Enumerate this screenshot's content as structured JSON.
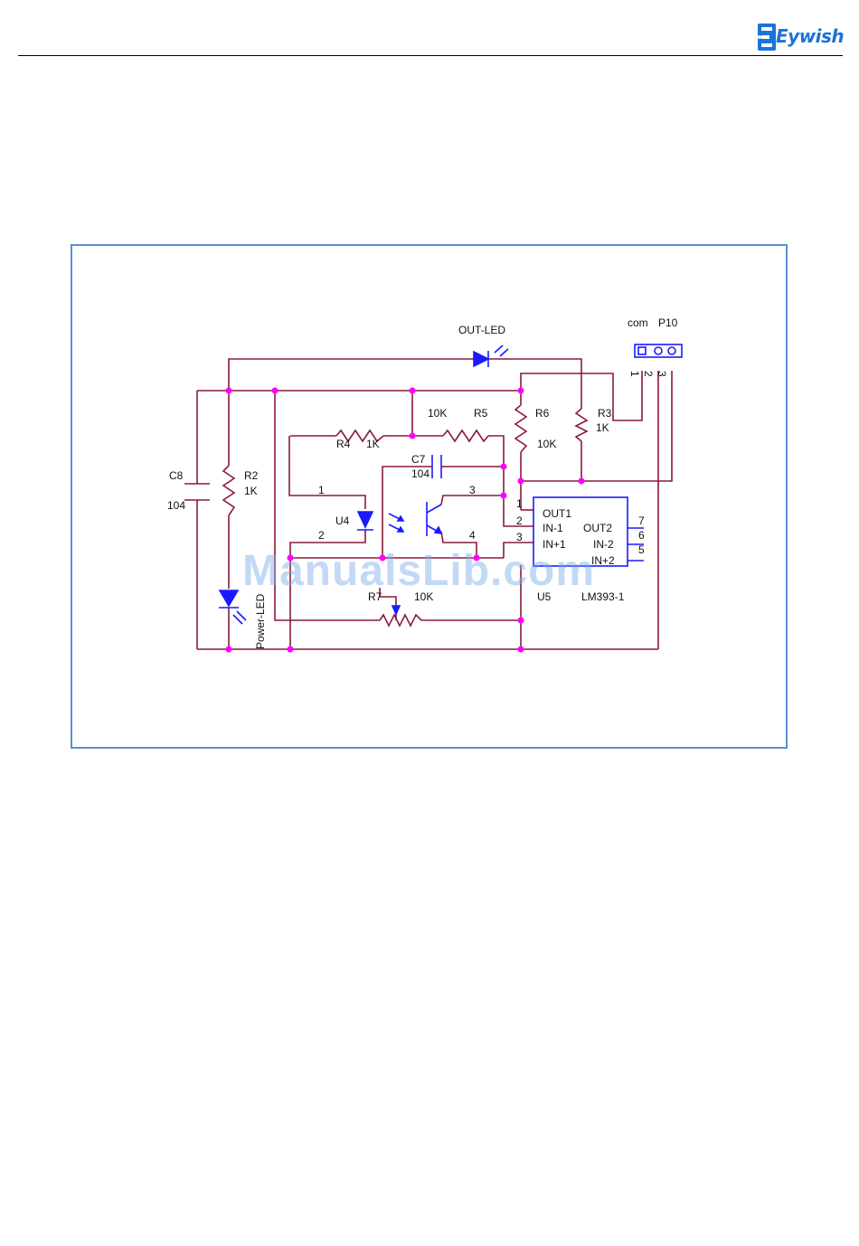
{
  "header": {
    "brand": "Eywish",
    "logo_icon": "gear-e-icon",
    "accent": "#1a73d9"
  },
  "schematic": {
    "wire_color": "#8b1a3a",
    "junction_color": "#ff00ff",
    "component_color": "#1a1aff",
    "labels": {
      "out_led": "OUT-LED",
      "com": "com",
      "p10": "P10",
      "pin1": "1",
      "pin2": "2",
      "pin3": "3",
      "r5": "R5",
      "r5_val": "10K",
      "r6": "R6",
      "r6_val": "10K",
      "r3": "R3",
      "r3_val": "1K",
      "r4": "R4",
      "r4_val": "1K",
      "c7": "C7",
      "c7_val": "104",
      "c8": "C8",
      "c8_val": "104",
      "r2": "R2",
      "r2_val": "1K",
      "u4": "U4",
      "u4_pin1": "1",
      "u4_pin2": "2",
      "u4_pin3": "3",
      "u4_pin4": "4",
      "power_led": "Power-LED",
      "r7": "R7",
      "r7_val": "10K",
      "u5": "U5",
      "u5_part": "LM393-1",
      "u5_pin1": "1",
      "u5_pin2": "2",
      "u5_pin3": "3",
      "u5_pin5": "5",
      "u5_pin6": "6",
      "u5_pin7": "7",
      "out1": "OUT1",
      "in_m1": "IN-1",
      "in_p1": "IN+1",
      "out2": "OUT2",
      "in_m2": "IN-2",
      "in_p2": "IN+2"
    }
  },
  "watermark": "ManualsLib.com"
}
